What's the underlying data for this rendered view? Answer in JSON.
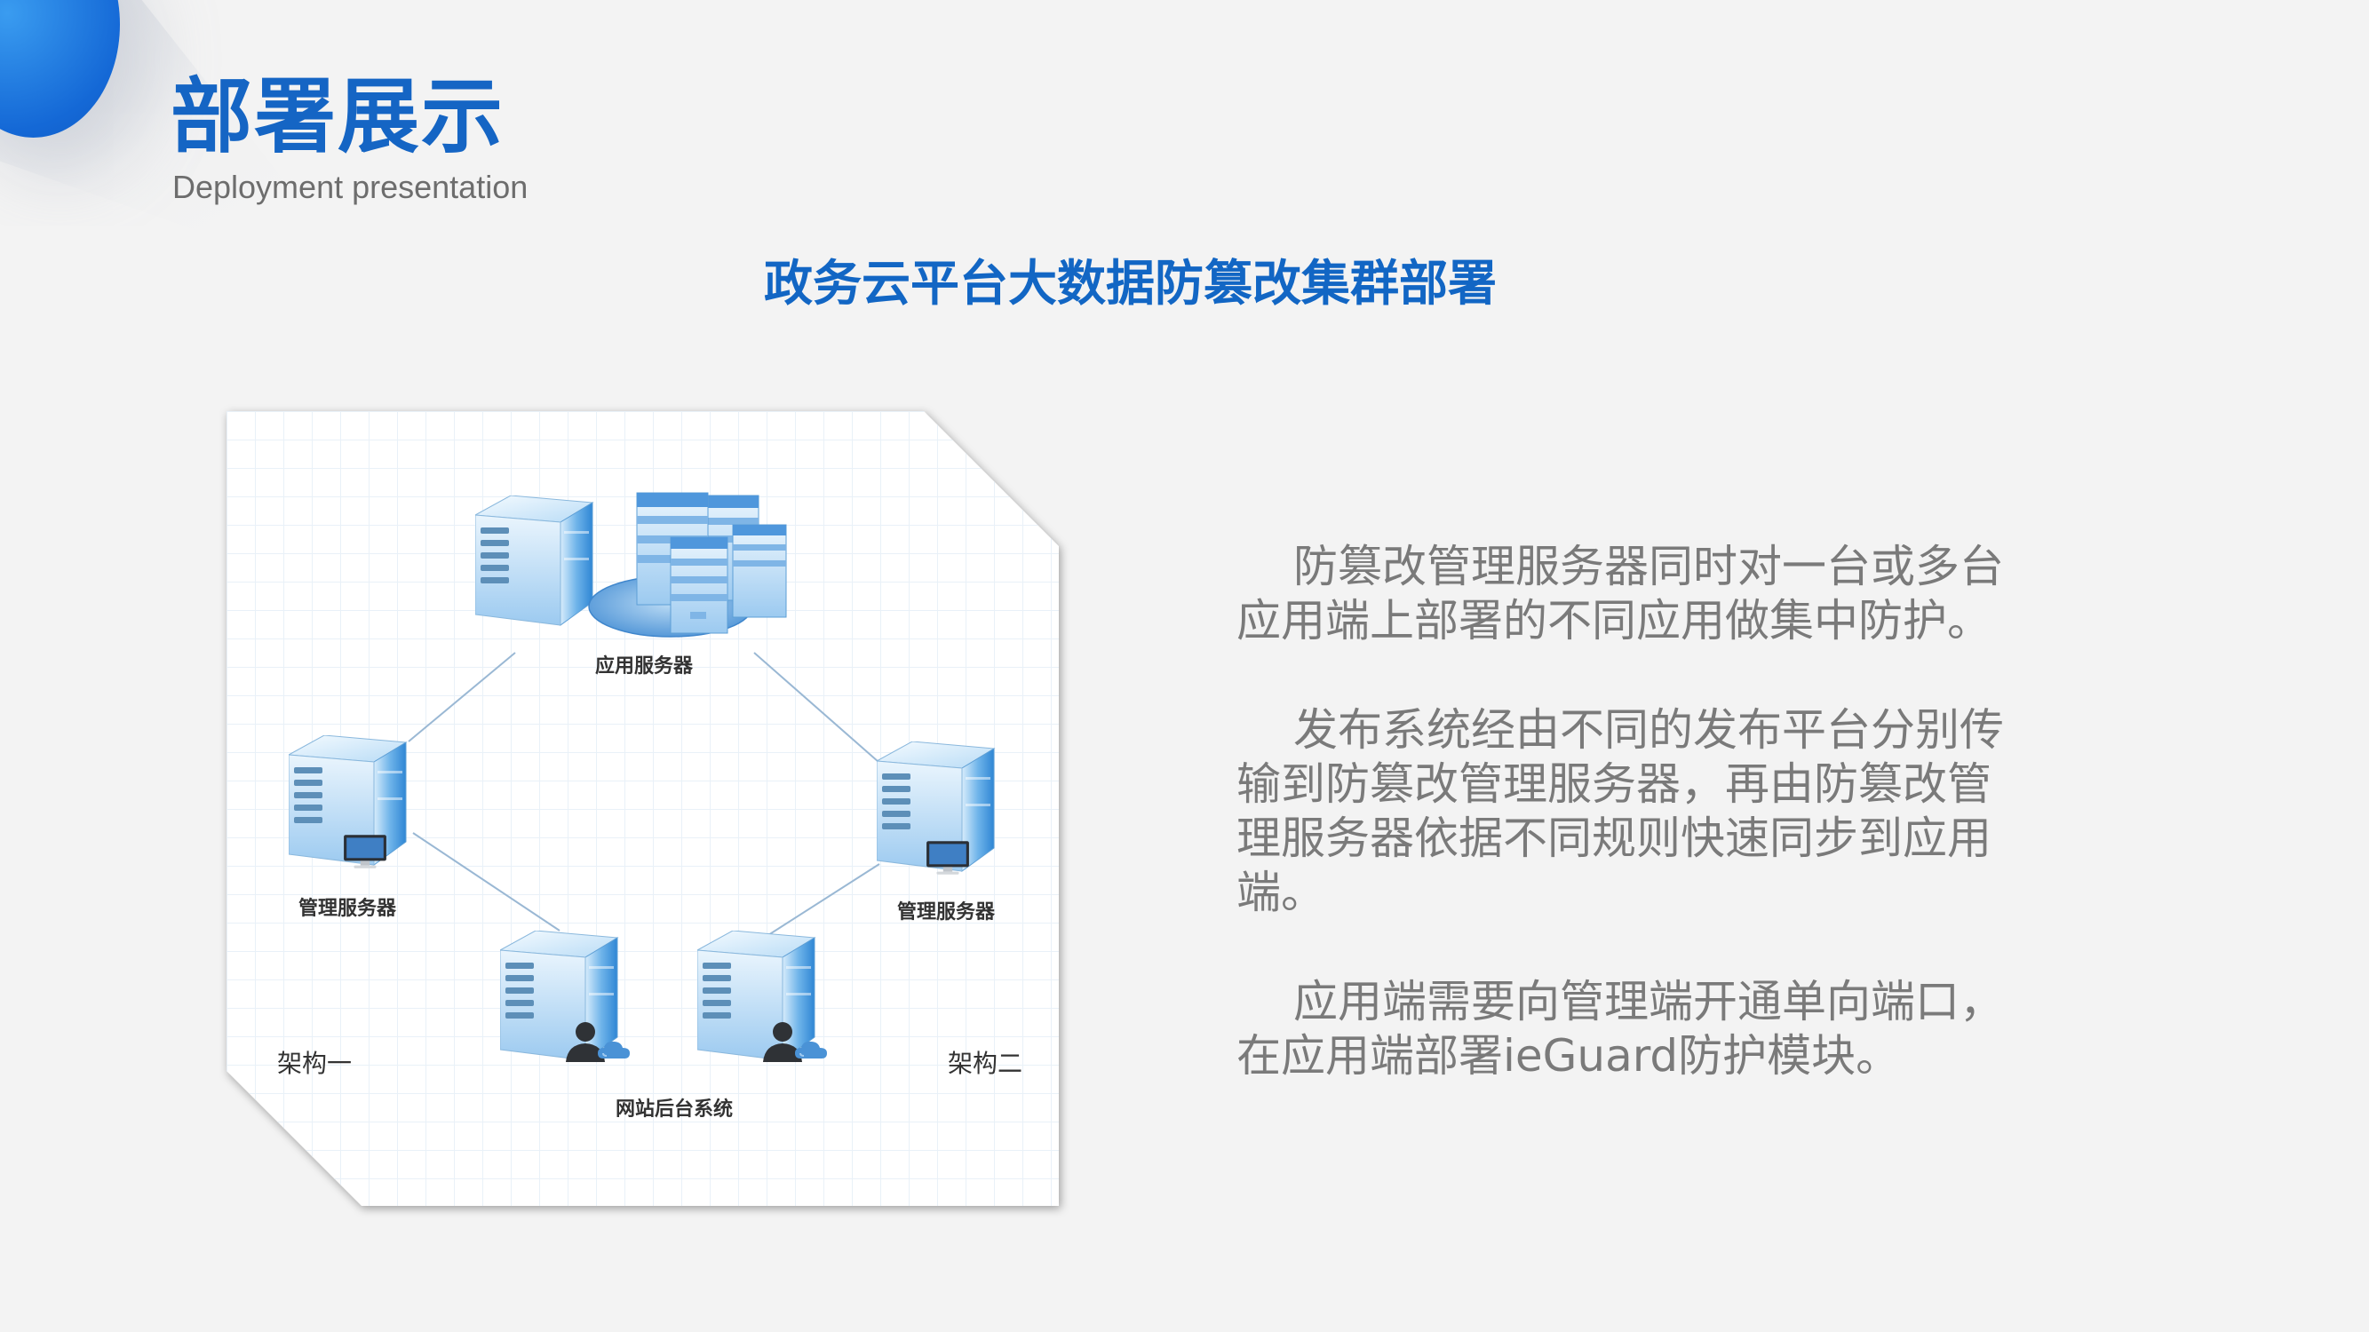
{
  "header": {
    "title": "部署展示",
    "subtitle": "Deployment presentation"
  },
  "section": {
    "heading": "政务云平台大数据防篡改集群部署"
  },
  "diagram": {
    "labels": {
      "app_server": "应用服务器",
      "mgmt_server_left": "管理服务器",
      "mgmt_server_right": "管理服务器",
      "website_backend": "网站后台系统",
      "arch_one": "架构一",
      "arch_two": "架构二"
    },
    "icons": [
      "server-icon",
      "server-cluster-icon",
      "monitor-icon",
      "user-cloud-icon"
    ],
    "colors": {
      "server_blue": "#5aa6e6",
      "line": "#9ab8d4"
    }
  },
  "body": {
    "paragraphs": [
      "防篡改管理服务器同时对一台或多台应用端上部署的不同应用做集中防护。",
      "发布系统经由不同的发布平台分别传输到防篡改管理服务器，再由防篡改管理服务器依据不同规则快速同步到应用端。",
      "应用端需要向管理端开通单向端口，在应用端部署ieGuard防护模块。"
    ]
  },
  "colors": {
    "accent": "#1565c4",
    "body_text": "#7a7a7a",
    "background": "#f3f3f3"
  }
}
